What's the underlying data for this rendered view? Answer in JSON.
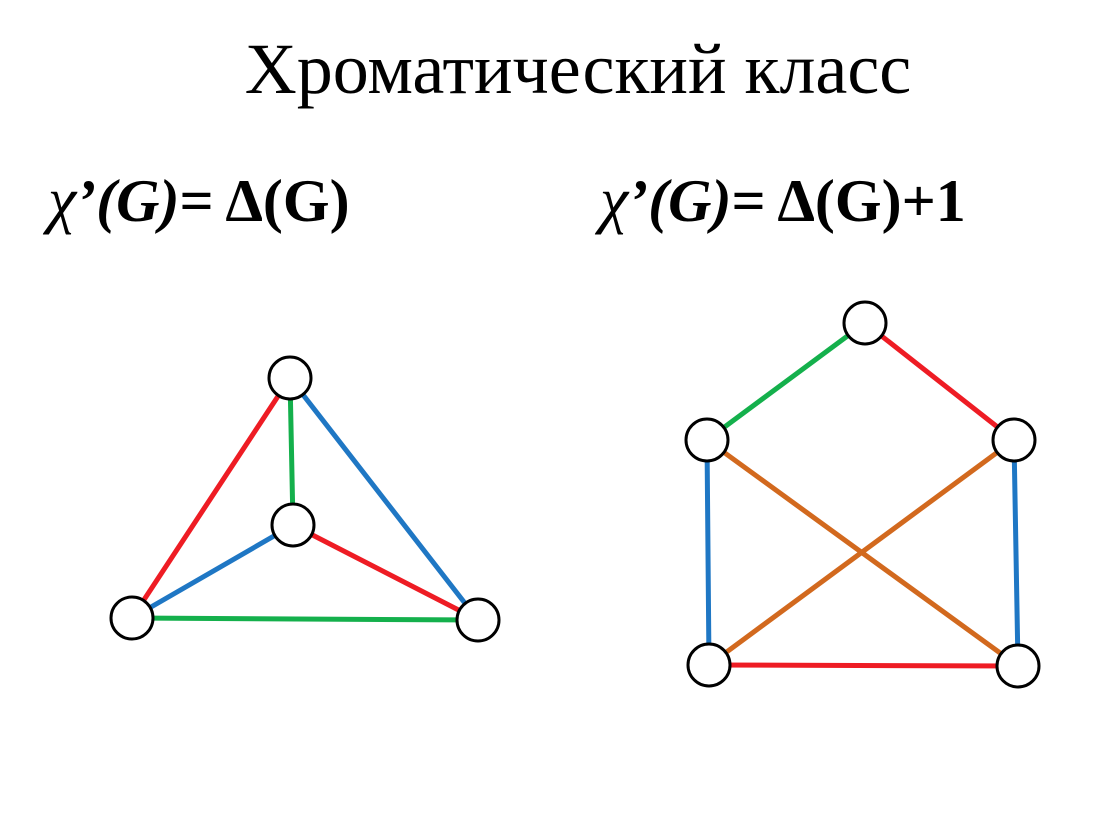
{
  "slide": {
    "title": "Хроматический класс"
  },
  "formulas": {
    "left": {
      "chi": "χ",
      "prime_g": "’(G)",
      "equals_delta": "= Δ(G)"
    },
    "right": {
      "chi": "χ",
      "prime_g": "’(G)",
      "equals_delta": "= Δ(G)+1"
    }
  },
  "colors": {
    "red": "#ee1c24",
    "green": "#14b04c",
    "blue": "#1f77c4",
    "orange": "#d2691e",
    "node_stroke": "#000000",
    "node_fill": "#ffffff"
  },
  "graphs": {
    "left": {
      "nodes": [
        "top",
        "center",
        "bottom-left",
        "bottom-right"
      ],
      "edges": [
        {
          "from": "top",
          "to": "center",
          "color": "green"
        },
        {
          "from": "top",
          "to": "bottom-left",
          "color": "red"
        },
        {
          "from": "top",
          "to": "bottom-right",
          "color": "blue"
        },
        {
          "from": "center",
          "to": "bottom-left",
          "color": "blue"
        },
        {
          "from": "center",
          "to": "bottom-right",
          "color": "red"
        },
        {
          "from": "bottom-left",
          "to": "bottom-right",
          "color": "green"
        }
      ]
    },
    "right": {
      "nodes": [
        "top",
        "upper-left",
        "upper-right",
        "lower-left",
        "lower-right"
      ],
      "edges": [
        {
          "from": "top",
          "to": "upper-left",
          "color": "green"
        },
        {
          "from": "top",
          "to": "upper-right",
          "color": "red"
        },
        {
          "from": "upper-left",
          "to": "lower-left",
          "color": "blue"
        },
        {
          "from": "upper-right",
          "to": "lower-right",
          "color": "blue"
        },
        {
          "from": "upper-left",
          "to": "lower-right",
          "color": "orange"
        },
        {
          "from": "upper-right",
          "to": "lower-left",
          "color": "orange"
        },
        {
          "from": "lower-left",
          "to": "lower-right",
          "color": "red"
        }
      ]
    }
  }
}
